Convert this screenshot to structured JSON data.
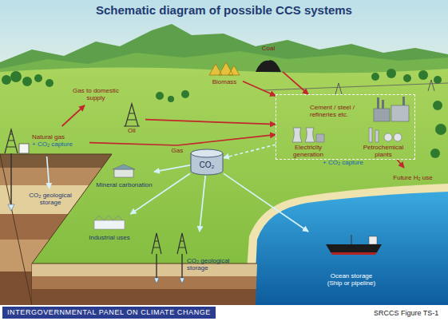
{
  "diagram": {
    "title": "Schematic diagram of possible CCS systems",
    "nodes": [
      {
        "text": [
          "Natural gas",
          "+ CO₂ capture"
        ]
      },
      {
        "text": [
          "Gas to domestic supply"
        ]
      },
      {
        "text": [
          "Biomass"
        ]
      },
      {
        "text": [
          "Coal"
        ]
      },
      {
        "text": [
          "Oil"
        ]
      },
      {
        "text": [
          "+ CO₂ capture"
        ]
      },
      {
        "text": [
          "Cement / steel / refineries etc."
        ],
        "in": 5
      },
      {
        "text": [
          "Electricity generation"
        ],
        "in": 5
      },
      {
        "text": [
          "Petrochemical plants"
        ],
        "in": 5
      },
      {
        "text": [
          "CO₂"
        ]
      },
      {
        "text": [
          "Mineral carbonation"
        ]
      },
      {
        "text": [
          "Industrial uses"
        ]
      },
      {
        "text": [
          "CO₂ geological storage"
        ]
      },
      {
        "text": [
          "Ocean storage (Ship or pipeline)"
        ]
      },
      {
        "text": [
          "CO₂ geological storage"
        ]
      },
      {
        "text": [
          "Future H₂ use"
        ]
      }
    ],
    "edges": [
      {
        "from": 0,
        "to": 1,
        "arrow": "to"
      },
      {
        "from": 0,
        "to": 5,
        "label": "Gas",
        "arrow": "to"
      },
      {
        "from": 2,
        "to": 5,
        "arrow": "to"
      },
      {
        "from": 3,
        "to": 5,
        "arrow": "to"
      },
      {
        "from": 4,
        "to": 5,
        "arrow": "to"
      },
      {
        "from": 8,
        "to": 15,
        "arrow": "to"
      },
      {
        "from": 5,
        "to": 9,
        "arrow": "to"
      },
      {
        "from": 9,
        "to": 10,
        "arrow": "to"
      },
      {
        "from": 9,
        "to": 11,
        "arrow": "to"
      },
      {
        "from": 9,
        "to": 12,
        "arrow": "to"
      },
      {
        "from": 9,
        "to": 13,
        "arrow": "to"
      },
      {
        "from": 0,
        "to": 14,
        "arrow": "to"
      }
    ],
    "labels": [
      "INTERGOVERNMENTAL PANEL ON CLIMATE CHANGE",
      "SRCCS Figure TS-1"
    ]
  }
}
